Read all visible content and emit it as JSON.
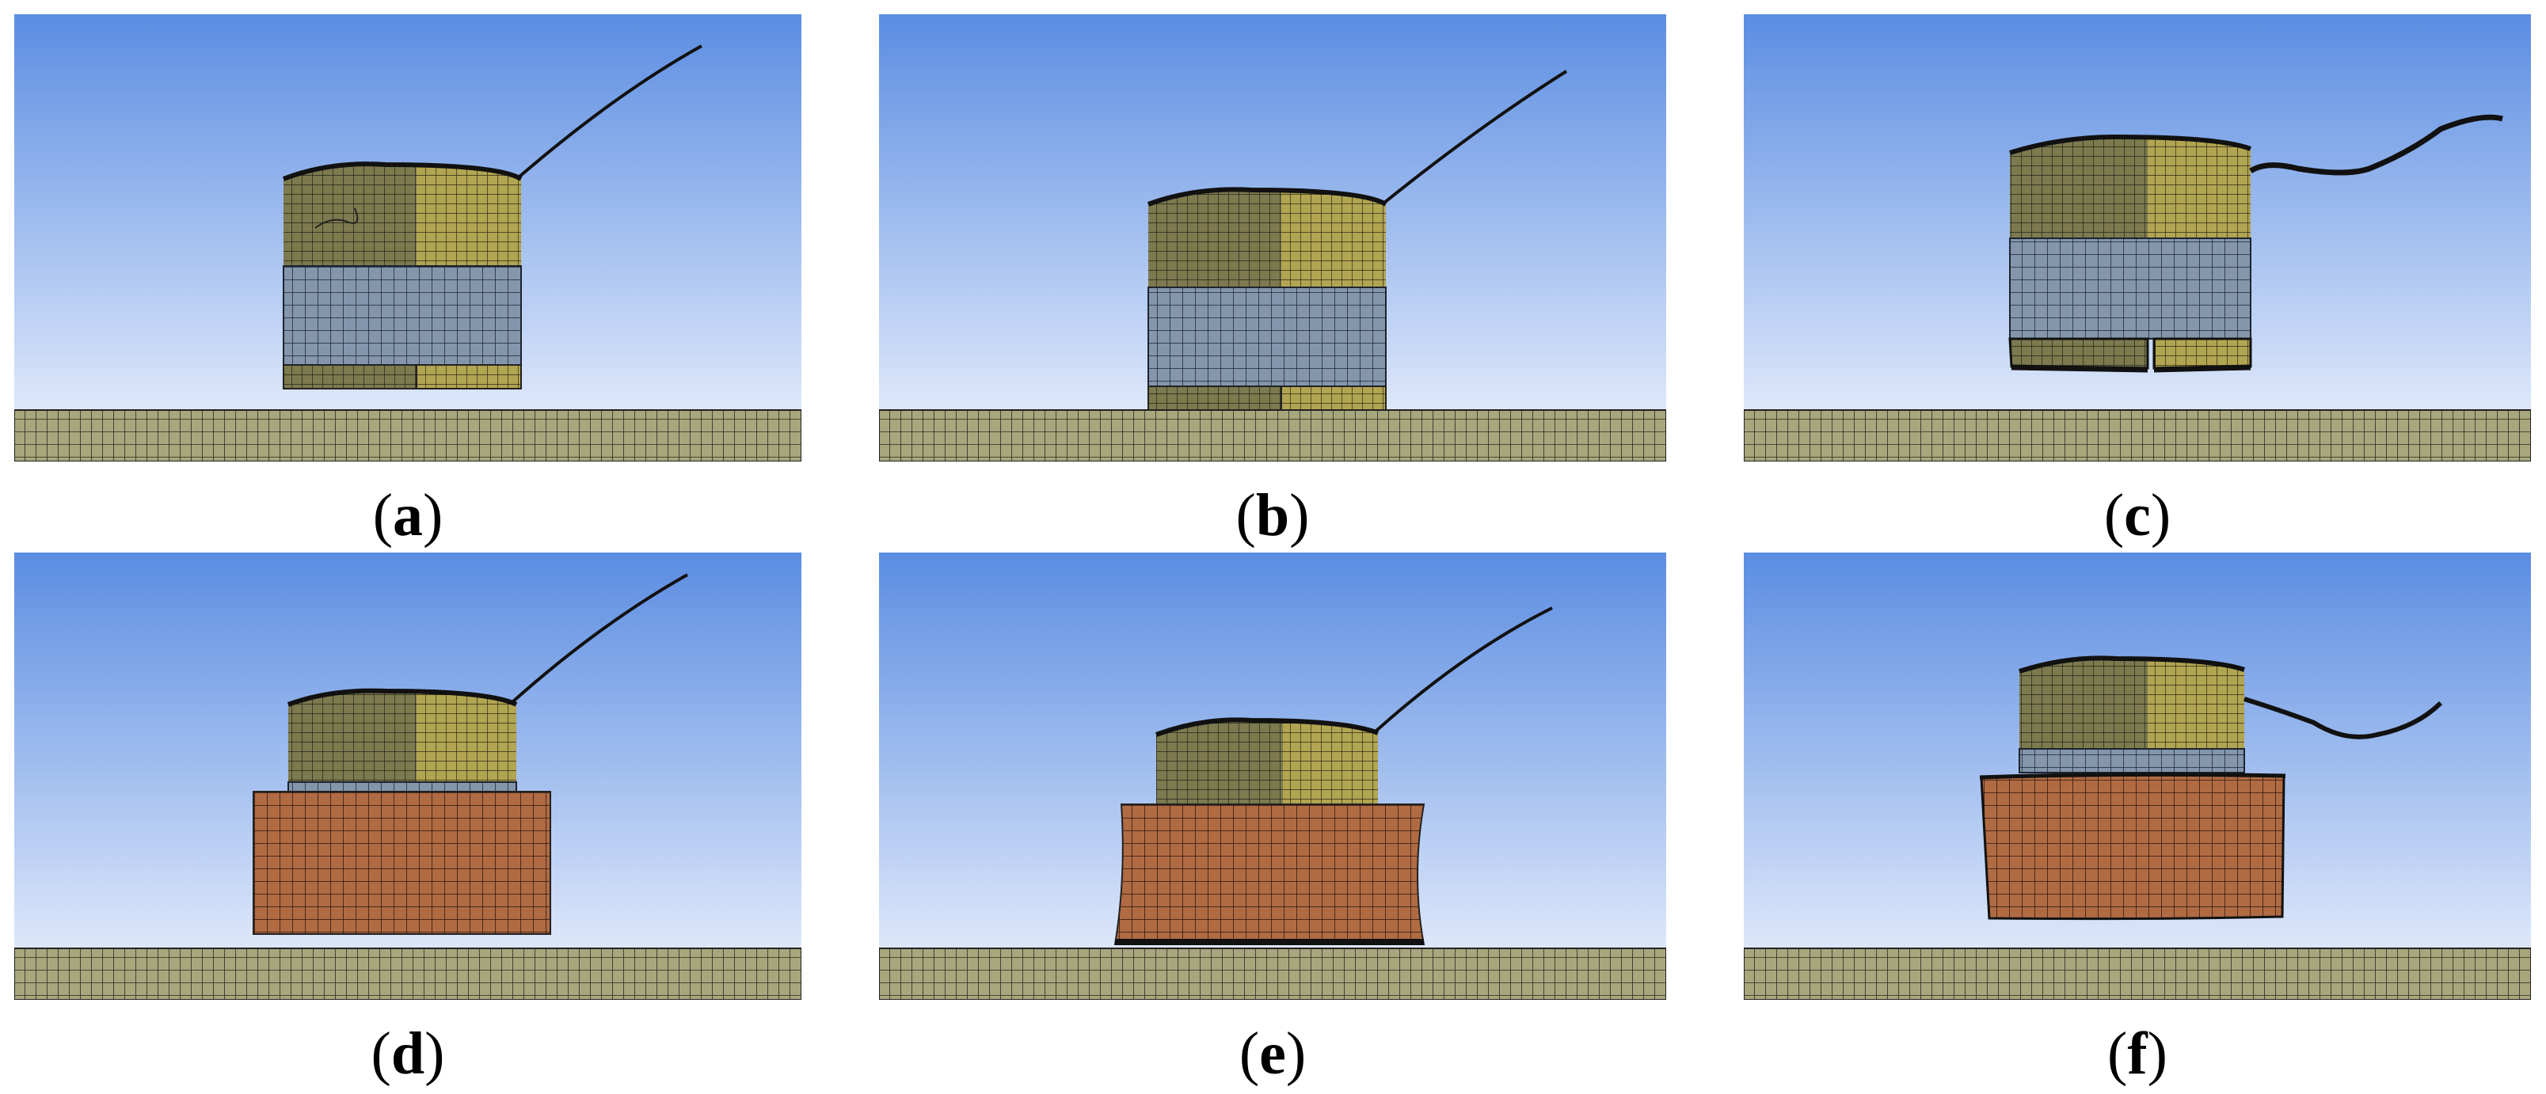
{
  "figure": {
    "panels": [
      {
        "id": "a",
        "caption_open": "(",
        "caption_letter": "a",
        "caption_close": ")",
        "stage": "mesh-with-liner-before-impact"
      },
      {
        "id": "b",
        "caption_open": "(",
        "caption_letter": "b",
        "caption_close": ")",
        "stage": "mesh-with-liner-contact"
      },
      {
        "id": "c",
        "caption_open": "(",
        "caption_letter": "c",
        "caption_close": ")",
        "stage": "mesh-with-liner-rebound"
      },
      {
        "id": "d",
        "caption_open": "(",
        "caption_letter": "d",
        "caption_close": ")",
        "stage": "mesh-with-pad-before-impact"
      },
      {
        "id": "e",
        "caption_open": "(",
        "caption_letter": "e",
        "caption_close": ")",
        "stage": "mesh-with-pad-compressed"
      },
      {
        "id": "f",
        "caption_open": "(",
        "caption_letter": "f",
        "caption_close": ")",
        "stage": "mesh-with-pad-rebound"
      }
    ],
    "colors": {
      "sky_top": "#5b8de2",
      "sky_bottom": "#eef3fd",
      "ground": "#a8a67c",
      "head_left": "#7c7a4e",
      "head_right": "#b2a552",
      "liner_blue": "#8396ac",
      "pad_orange": "#b06b43",
      "mesh_line": "#1f1f1f"
    }
  }
}
